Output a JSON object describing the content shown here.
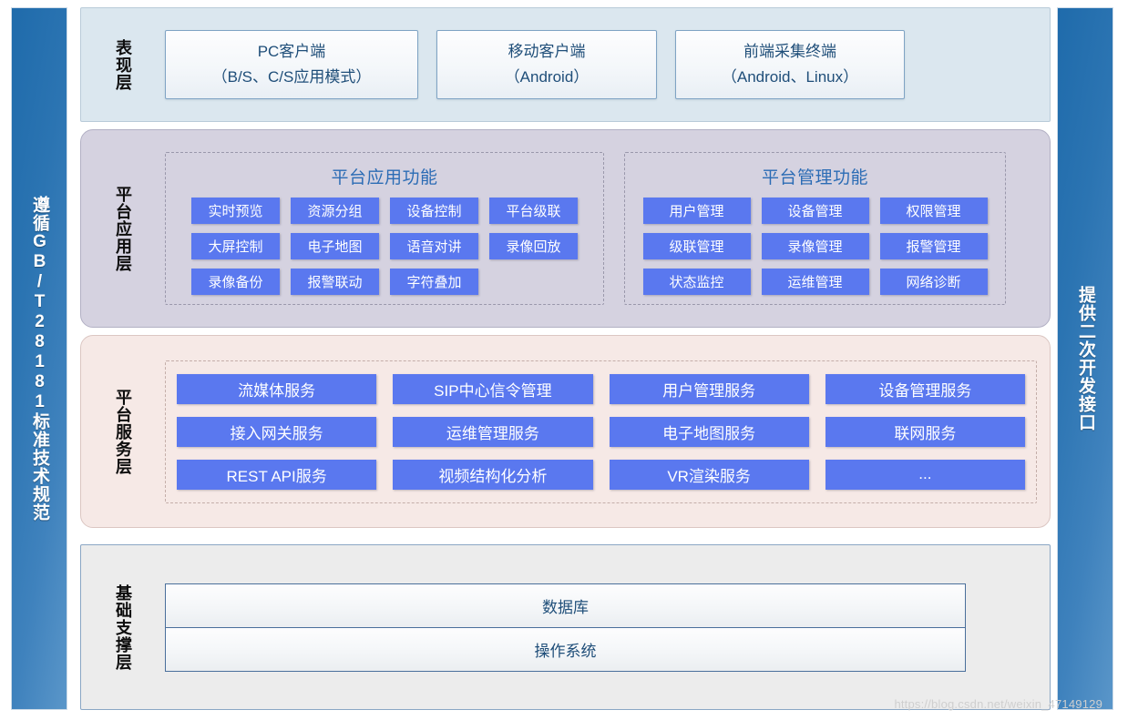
{
  "sidebars": {
    "left": {
      "text": "遵循GB/T28181标准技术规范"
    },
    "right": {
      "text": "提供二次开发接口"
    }
  },
  "layers": {
    "presentation": {
      "label": "表现层",
      "clients": [
        {
          "line1": "PC客户端",
          "line2": "（B/S、C/S应用模式）"
        },
        {
          "line1": "移动客户端",
          "line2": "（Android）"
        },
        {
          "line1": "前端采集终端",
          "line2": "（Android、Linux）"
        }
      ]
    },
    "application": {
      "label": "平台应用层",
      "panels": [
        {
          "title": "平台应用功能",
          "items": [
            "实时预览",
            "资源分组",
            "设备控制",
            "平台级联",
            "大屏控制",
            "电子地图",
            "语音对讲",
            "录像回放",
            "录像备份",
            "报警联动",
            "字符叠加",
            ""
          ]
        },
        {
          "title": "平台管理功能",
          "items": [
            "用户管理",
            "设备管理",
            "权限管理",
            "级联管理",
            "录像管理",
            "报警管理",
            "状态监控",
            "运维管理",
            "网络诊断"
          ]
        }
      ]
    },
    "service": {
      "label": "平台服务层",
      "items": [
        "流媒体服务",
        "SIP中心信令管理",
        "用户管理服务",
        "设备管理服务",
        "接入网关服务",
        "运维管理服务",
        "电子地图服务",
        "联网服务",
        "REST API服务",
        "视频结构化分析",
        "VR渲染服务",
        "..."
      ]
    },
    "foundation": {
      "label": "基础支撑层",
      "rows": [
        "数据库",
        "操作系统"
      ]
    }
  },
  "watermark": {
    "text": "https://blog.csdn.net/weixin_47149129"
  },
  "colors": {
    "sidebar_blue": "#2b74b2",
    "chip_blue": "#5a78ef",
    "presentation_bg": "#dbe7ef",
    "application_bg": "#d5d2e0",
    "service_bg": "#f6e9e6",
    "foundation_bg": "#ececec",
    "title_blue": "#2c6cb5",
    "box_text_blue": "#1f4e79"
  }
}
